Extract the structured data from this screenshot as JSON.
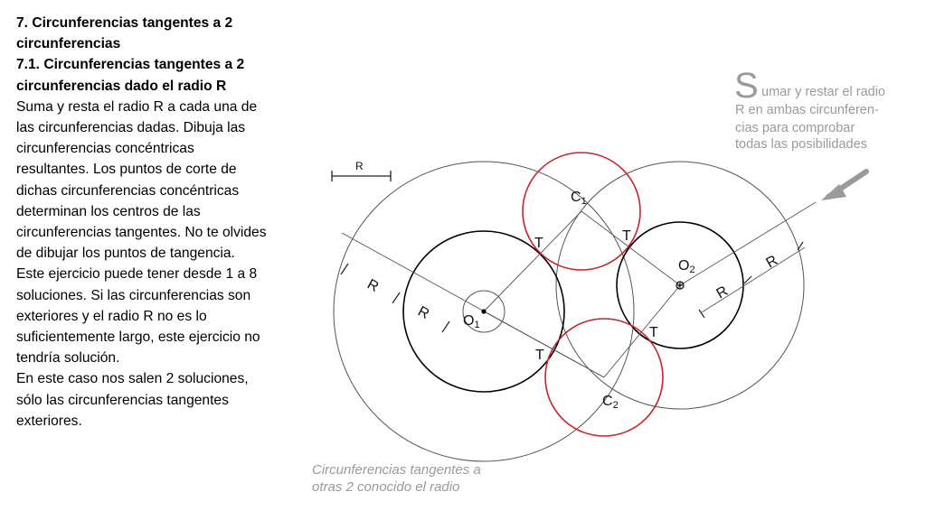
{
  "title": "7. Circunferencias tangentes a 2 circunferencias",
  "subtitle": "7.1. Circunferencias tangentes a 2 circunferencias dado el radio R",
  "body_paragraphs": [
    "Suma y resta el radio R a cada una de las circunferencias dadas. Dibuja las circunferencias concéntricas resultantes. Los puntos de corte de dichas circunferencias concéntricas determinan los centros de las circunferencias tangentes. No te olvides de dibujar los puntos de tangencia.",
    "Este ejercicio puede tener desde 1 a 8 soluciones. Si las circunferencias son exteriores y el radio R no es lo suficientemente largo, este ejercicio no tendría solución.",
    "En este caso nos salen 2 soluciones, sólo las circunferencias tangentes exteriores."
  ],
  "figure": {
    "note_initial": "S",
    "note_lines": [
      "umar y restar el radio",
      "R en ambas circunferen-",
      "cias para comprobar",
      "todas las posibilidades"
    ],
    "radius_label": "R",
    "labels": {
      "c1": "C",
      "c1_sub": "1",
      "c2": "C",
      "c2_sub": "2",
      "o1": "O",
      "o1_sub": "1",
      "o2": "O",
      "o2_sub": "2",
      "tangent": "T"
    },
    "caption_lines": [
      "Circunferencias tangentes a",
      "otras 2 conocido el radio"
    ],
    "colors": {
      "solution_circle": "#c8232b",
      "given_circle": "#000000",
      "construction": "#555555",
      "note": "#9a9a9a"
    }
  }
}
